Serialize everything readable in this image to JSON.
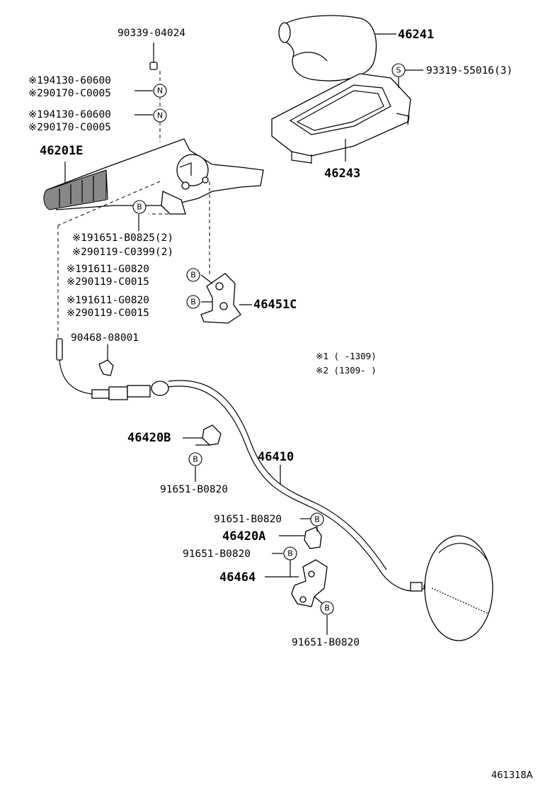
{
  "labels": {
    "p90339": "90339-04024",
    "p46241": "46241",
    "p93319": "93319-55016(3)",
    "n1a": "※194130-60600",
    "n1b": "※290170-C0005",
    "n2a": "※194130-60600",
    "n2b": "※290170-C0005",
    "p46201e": "46201E",
    "p46243": "46243",
    "b1a": "※191651-B0825(2)",
    "b1b": "※290119-C0399(2)",
    "b2a": "※191611-G0820",
    "b2b": "※290119-C0015",
    "b3a": "※191611-G0820",
    "b3b": "※290119-C0015",
    "p46451c": "46451C",
    "p90468": "90468-08001",
    "note1": "※1 (   -1309)",
    "note2": "※2 (1309-   )",
    "p46420b": "46420B",
    "p46410": "46410",
    "p91651a": "91651-B0820",
    "p91651b": "91651-B0820",
    "p46420a": "46420A",
    "p91651c": "91651-B0820",
    "p46464": "46464",
    "p91651d": "91651-B0820",
    "footer": "461318A"
  },
  "markers": {
    "N": "N",
    "B": "B",
    "S": "S"
  }
}
